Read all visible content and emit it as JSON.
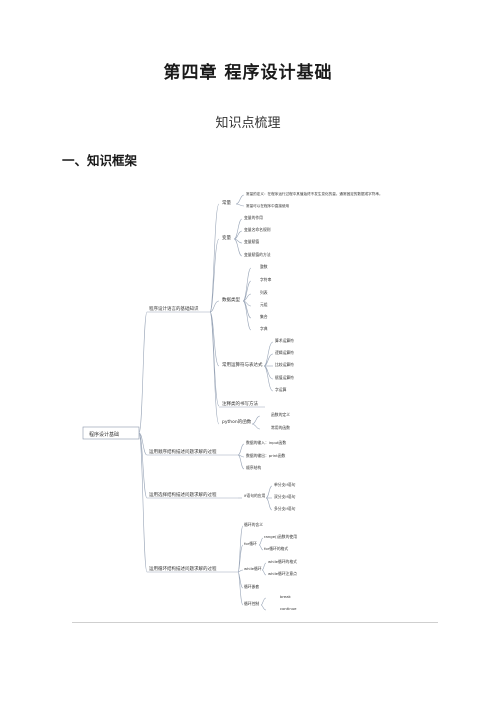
{
  "document": {
    "title": "第四章  程序设计基础",
    "subtitle": "知识点梳理",
    "section_heading": "一、知识框架"
  },
  "mindmap": {
    "root": "程序设计基础",
    "b1": {
      "label": "程序设计语言的基础知识",
      "constant": {
        "label": "常量",
        "items": [
          "常量的定义：在程序运行过程中其值始终不发生变化的量。通常固定的数据或字符串。",
          "常量可以在程序中直接使用"
        ]
      },
      "variable": {
        "label": "变量",
        "items": [
          "变量的作用",
          "变量名命名规则",
          "变量赋值",
          "变量赋值的方法"
        ]
      },
      "datatype": {
        "label": "数据类型",
        "items": [
          "整数",
          "字符串",
          "列表",
          "元组",
          "集合",
          "字典"
        ]
      },
      "operators": {
        "label": "常用运算符与表达式",
        "items": [
          "算术运算符",
          "逻辑运算符",
          "比较运算符",
          "赋值运算符",
          "字运算"
        ]
      },
      "comment": {
        "label": "注释类的书写方法"
      },
      "python_func": {
        "label": "python的函数",
        "items": [
          "函数的定义",
          "常用的函数"
        ]
      }
    },
    "b2": {
      "label": "运用顺序结构描述问题求解的过程",
      "items": [
        "数据的输入：input函数",
        "数据的输出：print函数",
        "顺序结构"
      ]
    },
    "b3": {
      "label": "运用选择结构描述问题求解的过程",
      "sub": {
        "label": "if语句的应用",
        "items": [
          "单分支if语句",
          "双分支if语句",
          "多分支if语句"
        ]
      }
    },
    "b4": {
      "label": "运用循环结构描述问题求解的过程",
      "loop_def": {
        "label": "循环的含义"
      },
      "for_loop": {
        "label": "for循环",
        "items": [
          "range()函数的使用",
          "for循环的格式"
        ]
      },
      "while_loop": {
        "label": "while循环",
        "items": [
          "while循环的格式",
          "while循环注意点"
        ]
      },
      "nested": {
        "label": "循环嵌套"
      },
      "control": {
        "label": "循环控制",
        "items": [
          "break",
          "continue"
        ]
      }
    }
  }
}
